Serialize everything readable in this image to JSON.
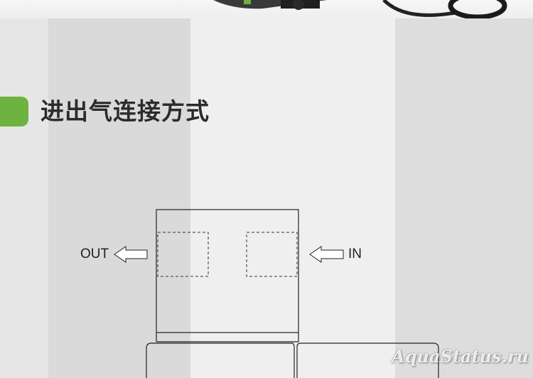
{
  "section": {
    "title": "进出气连接方式",
    "accent_color": "#6cb33f"
  },
  "diagram": {
    "outlet_label": "OUT",
    "inlet_label": "IN"
  },
  "watermark": "AquaStatus.ru"
}
